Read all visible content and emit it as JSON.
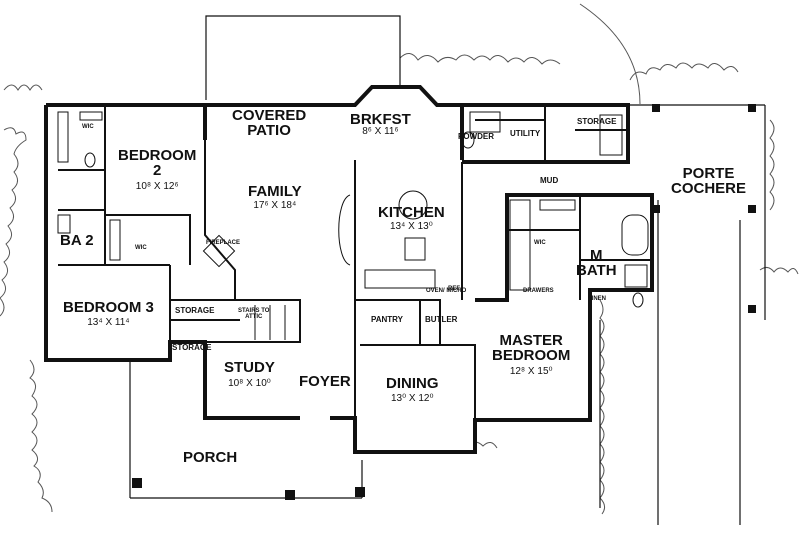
{
  "rooms": {
    "covered_patio": {
      "line1": "COVERED",
      "line2": "PATIO"
    },
    "brkfst": {
      "name": "BRKFST",
      "dim": "8⁶ X 11⁶"
    },
    "bedroom2": {
      "line1": "BEDROOM",
      "line2": "2",
      "dim": "10⁸ X 12⁶"
    },
    "family": {
      "name": "FAMILY",
      "dim": "17⁶ X 18⁴"
    },
    "kitchen": {
      "name": "KITCHEN",
      "dim": "13⁴ X 13⁰"
    },
    "ba2": {
      "name": "BA 2"
    },
    "bedroom3": {
      "name": "BEDROOM 3",
      "dim": "13⁴ X 11⁴"
    },
    "study": {
      "name": "STUDY",
      "dim": "10⁸ X 10⁰"
    },
    "foyer": {
      "name": "FOYER"
    },
    "dining": {
      "name": "DINING",
      "dim": "13⁰ X 12⁰"
    },
    "master_bedroom": {
      "line1": "MASTER",
      "line2": "BEDROOM",
      "dim": "12⁸ X 15⁰"
    },
    "m_bath": {
      "line1": "M",
      "line2": "BATH"
    },
    "porte_cochere": {
      "line1": "PORTE",
      "line2": "COCHERE"
    },
    "porch": {
      "name": "PORCH"
    },
    "utility": {
      "name": "UTILITY"
    },
    "storage_top": {
      "name": "STORAGE"
    },
    "powder": {
      "name": "POWDER"
    },
    "mud": {
      "name": "MUD"
    },
    "pantry": {
      "name": "PANTRY"
    },
    "butler": {
      "name": "BUTLER"
    },
    "storage_left": {
      "name": "STORAGE"
    },
    "stairs": {
      "line1": "STAIRS TO",
      "line2": "ATTIC"
    },
    "storage_lower": {
      "name": "STORAGE"
    },
    "wic_b2": {
      "name": "WIC"
    },
    "wic_ba2": {
      "name": "WIC"
    },
    "wic_master": {
      "name": "WIC"
    },
    "fireplace": {
      "name": "FIREPLACE"
    },
    "oven_micro": {
      "name": "OVEN/ MICRO"
    },
    "ref": {
      "name": "REF"
    },
    "linen": {
      "name": "LINEN"
    },
    "dresser": {
      "name": "DRAWERS"
    }
  }
}
